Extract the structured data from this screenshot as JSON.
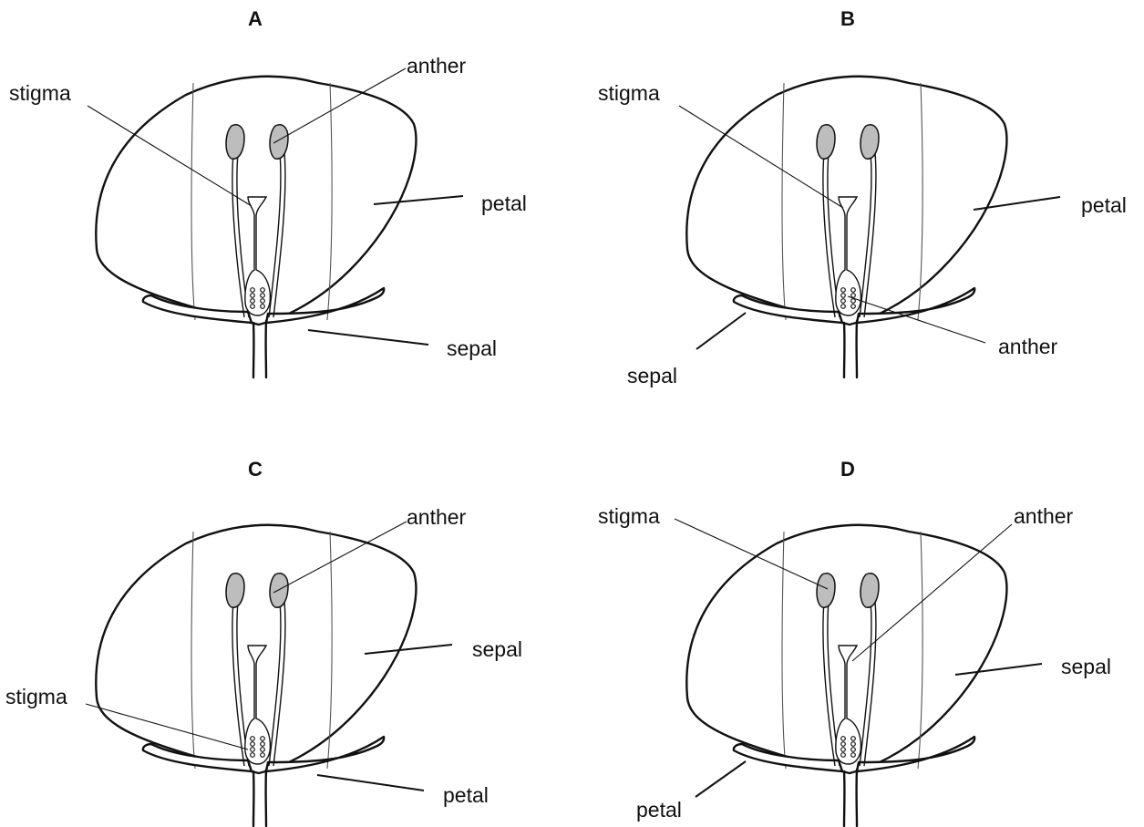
{
  "panels": [
    {
      "letter": "A",
      "labels": {
        "top_left": "stigma",
        "top_right": "anther",
        "mid_right": "petal",
        "bottom_right": "sepal"
      }
    },
    {
      "letter": "B",
      "labels": {
        "top_left": "stigma",
        "mid_right": "petal",
        "low_right": "anther",
        "bottom_left": "sepal"
      }
    },
    {
      "letter": "C",
      "labels": {
        "top_right": "anther",
        "mid_right": "sepal",
        "low_left": "stigma",
        "bottom_right": "petal"
      }
    },
    {
      "letter": "D",
      "labels": {
        "top_left": "stigma",
        "top_right": "anther",
        "mid_right": "sepal",
        "bottom_left": "petal"
      }
    }
  ]
}
